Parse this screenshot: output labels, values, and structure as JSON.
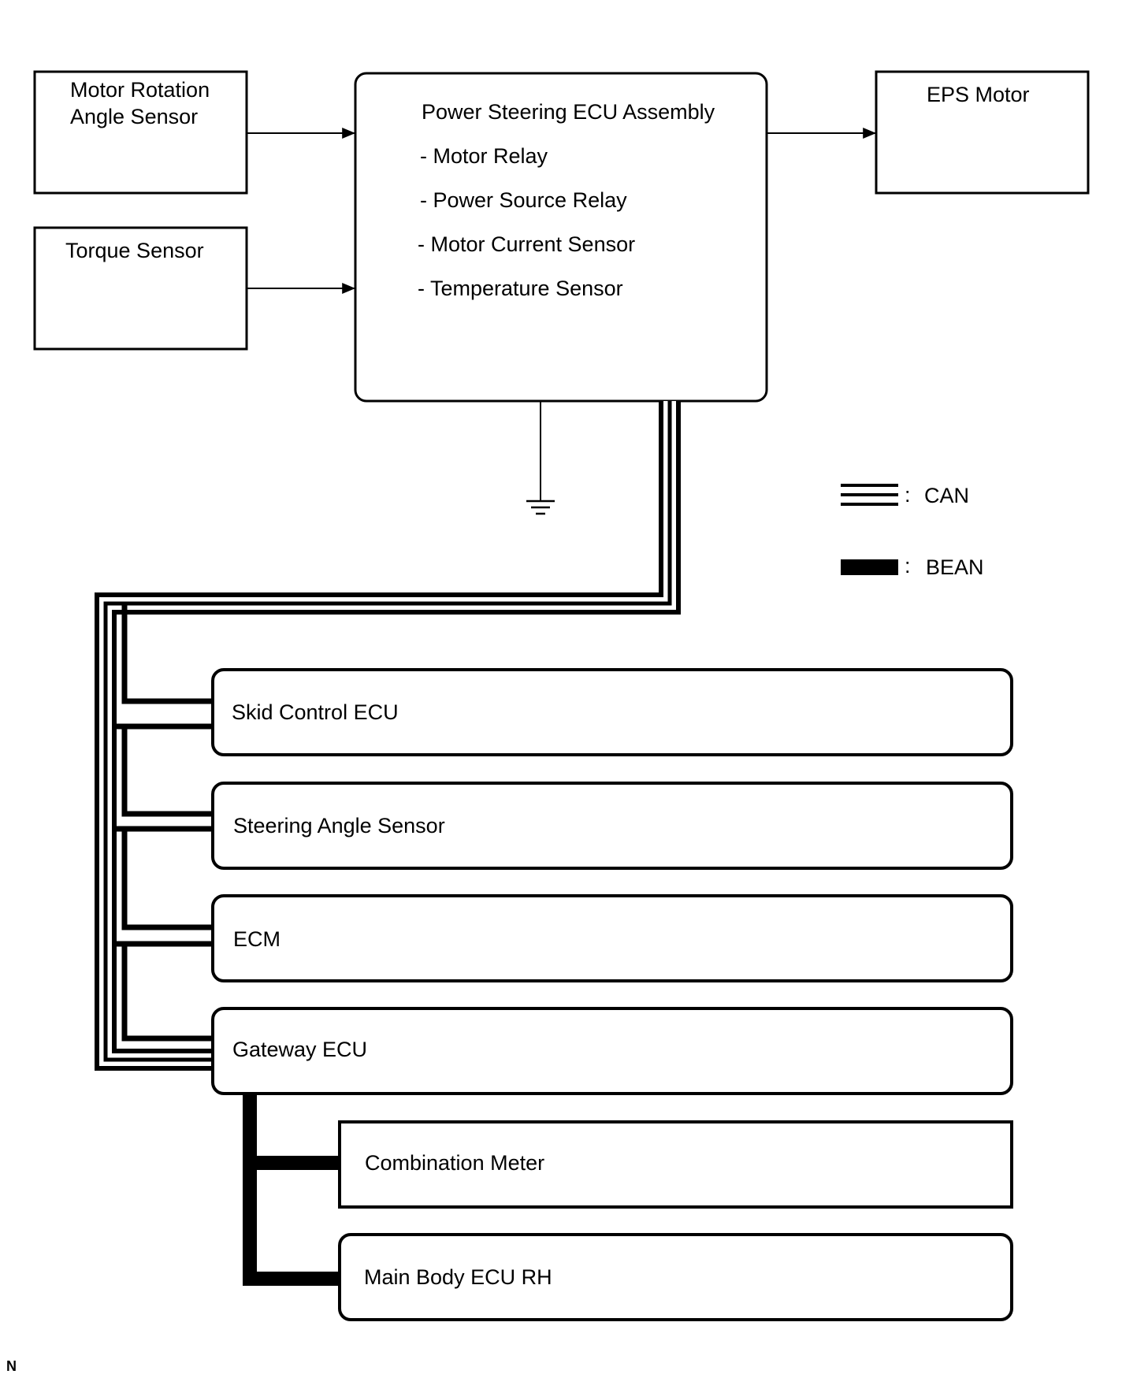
{
  "blocks": {
    "motor_rotation_sensor": {
      "lines": [
        "Motor Rotation",
        "Angle Sensor"
      ]
    },
    "torque_sensor": {
      "label": "Torque Sensor"
    },
    "power_steering_ecu": {
      "title": "Power Steering ECU Assembly",
      "items": [
        "- Motor Relay",
        "- Power Source Relay",
        "- Motor Current Sensor",
        "- Temperature Sensor"
      ]
    },
    "eps_motor": {
      "label": "EPS Motor"
    }
  },
  "network_nodes": [
    {
      "label": "Skid Control ECU",
      "bus": "CAN"
    },
    {
      "label": "Steering Angle Sensor",
      "bus": "CAN"
    },
    {
      "label": "ECM",
      "bus": "CAN"
    },
    {
      "label": "Gateway ECU",
      "bus": "CAN"
    },
    {
      "label": "Combination Meter",
      "bus": "BEAN"
    },
    {
      "label": "Main Body ECU RH",
      "bus": "BEAN"
    }
  ],
  "legend": {
    "can": {
      "separator": ":",
      "label": "CAN"
    },
    "bean": {
      "separator": ":",
      "label": "BEAN"
    }
  },
  "corner_mark": "N",
  "colors": {
    "line": "#000000",
    "background": "#ffffff"
  },
  "icons": {
    "ground": "ground-symbol-icon",
    "arrow": "arrow-head-icon"
  }
}
